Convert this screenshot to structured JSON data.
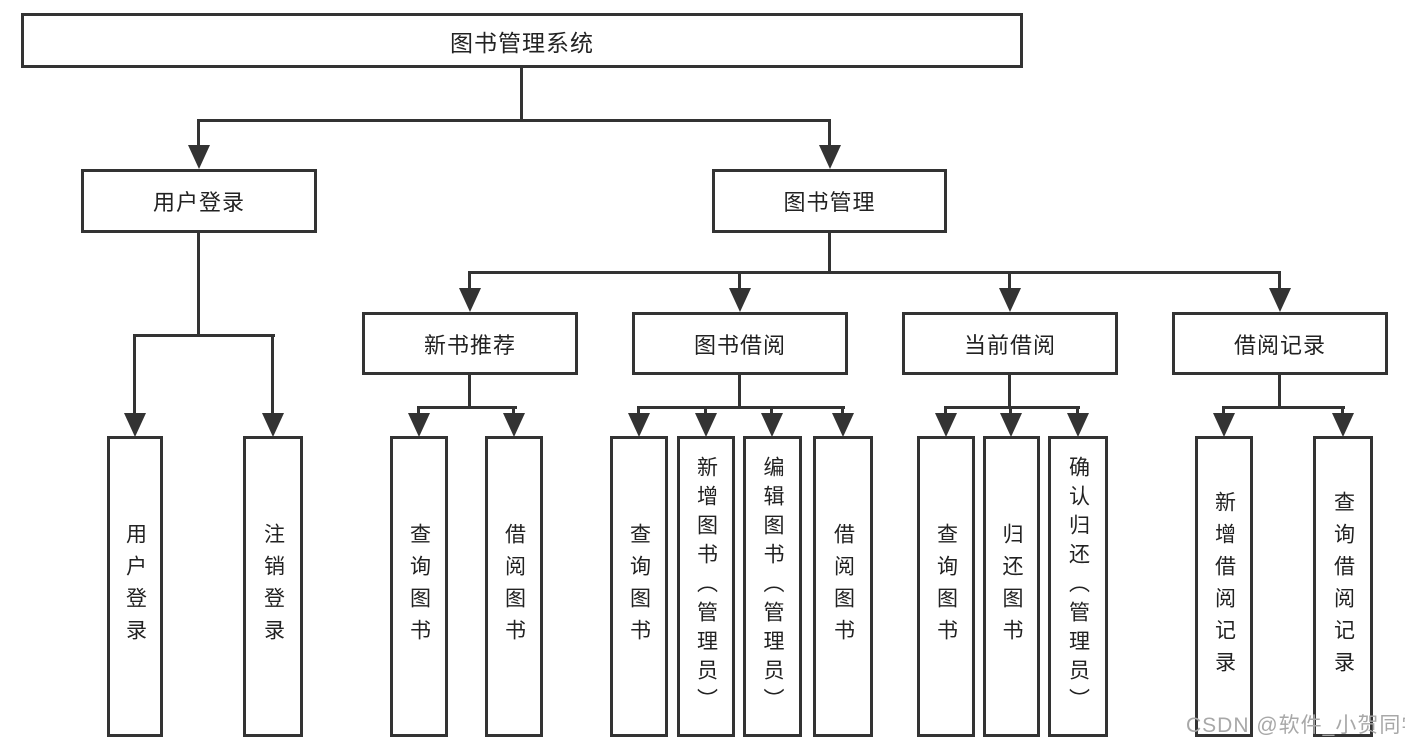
{
  "tree": {
    "root": {
      "label": "图书管理系统"
    },
    "branches": [
      {
        "label": "用户登录",
        "children": [
          {
            "label": "用户登录"
          },
          {
            "label": "注销登录"
          }
        ]
      },
      {
        "label": "图书管理",
        "children": [
          {
            "label": "新书推荐",
            "children": [
              {
                "label": "查询图书"
              },
              {
                "label": "借阅图书"
              }
            ]
          },
          {
            "label": "图书借阅",
            "children": [
              {
                "label": "查询图书"
              },
              {
                "label": "新增图书（管理员）"
              },
              {
                "label": "编辑图书（管理员）"
              },
              {
                "label": "借阅图书"
              }
            ]
          },
          {
            "label": "当前借阅",
            "children": [
              {
                "label": "查询图书"
              },
              {
                "label": "归还图书"
              },
              {
                "label": "确认归还（管理员）"
              }
            ]
          },
          {
            "label": "借阅记录",
            "children": [
              {
                "label": "新增借阅记录"
              },
              {
                "label": "查询借阅记录"
              }
            ]
          }
        ]
      }
    ]
  },
  "watermark": {
    "text": "CSDN @软件_小贺同学"
  },
  "colors": {
    "line": "#333333",
    "text": "#222222",
    "watermark": "#a8a8a8"
  }
}
